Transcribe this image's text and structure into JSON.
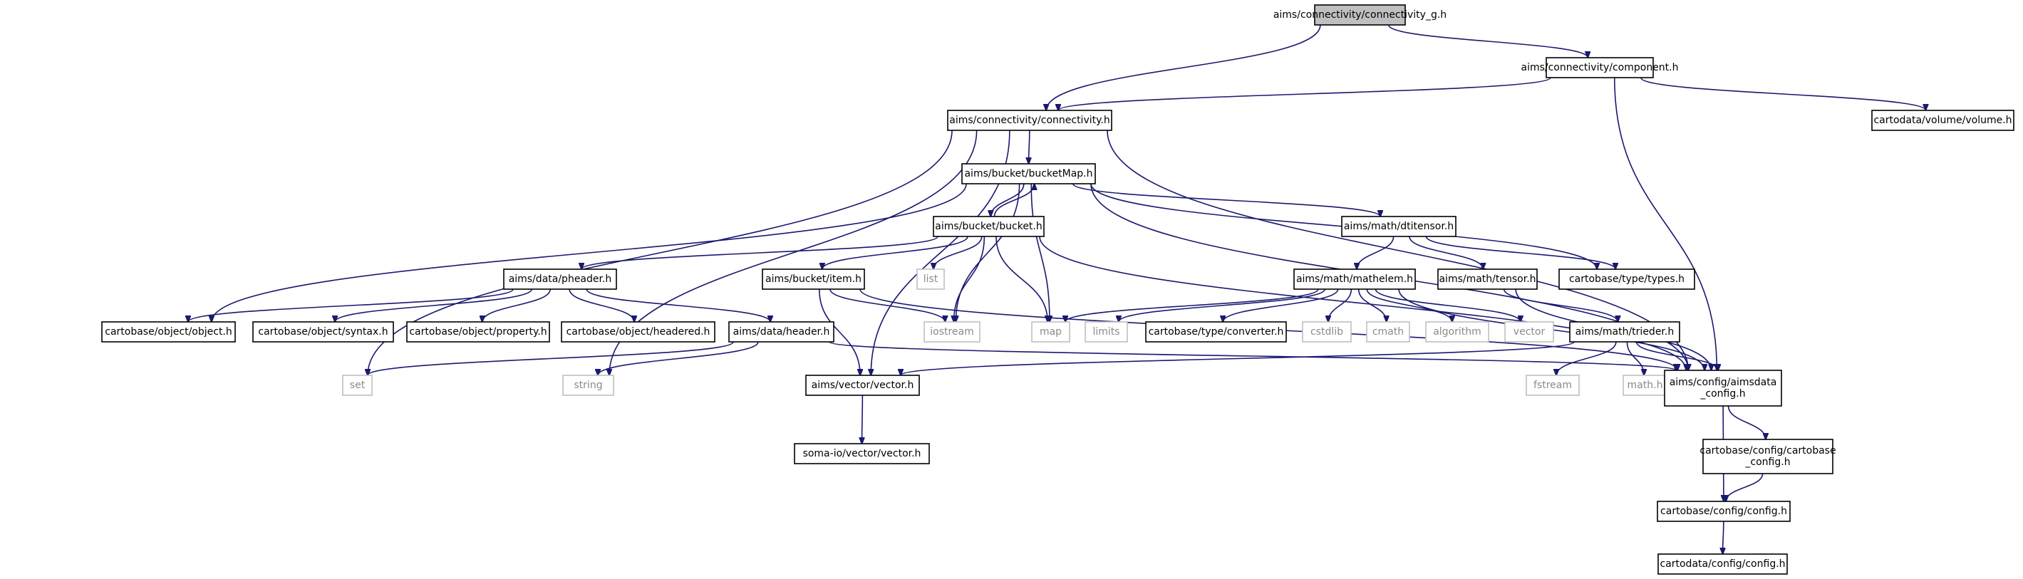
{
  "graph": {
    "nodes": [
      {
        "id": "connectivity_g",
        "label": [
          "aims/connectivity/connectivity_g.h"
        ],
        "kind": "root"
      },
      {
        "id": "component",
        "label": [
          "aims/connectivity/component.h"
        ],
        "kind": "header"
      },
      {
        "id": "connectivity",
        "label": [
          "aims/connectivity/connectivity.h"
        ],
        "kind": "header"
      },
      {
        "id": "cd_volume",
        "label": [
          "cartodata/volume/volume.h"
        ],
        "kind": "header"
      },
      {
        "id": "bucketMap",
        "label": [
          "aims/bucket/bucketMap.h"
        ],
        "kind": "header"
      },
      {
        "id": "bucket",
        "label": [
          "aims/bucket/bucket.h"
        ],
        "kind": "header"
      },
      {
        "id": "dtitensor",
        "label": [
          "aims/math/dtitensor.h"
        ],
        "kind": "header"
      },
      {
        "id": "pheader",
        "label": [
          "aims/data/pheader.h"
        ],
        "kind": "header"
      },
      {
        "id": "item",
        "label": [
          "aims/bucket/item.h"
        ],
        "kind": "header"
      },
      {
        "id": "list",
        "label": [
          "list"
        ],
        "kind": "system"
      },
      {
        "id": "mathelem",
        "label": [
          "aims/math/mathelem.h"
        ],
        "kind": "header"
      },
      {
        "id": "tensor",
        "label": [
          "aims/math/tensor.h"
        ],
        "kind": "header"
      },
      {
        "id": "types",
        "label": [
          "cartobase/type/types.h"
        ],
        "kind": "header"
      },
      {
        "id": "object",
        "label": [
          "cartobase/object/object.h"
        ],
        "kind": "header"
      },
      {
        "id": "syntax",
        "label": [
          "cartobase/object/syntax.h"
        ],
        "kind": "header"
      },
      {
        "id": "property",
        "label": [
          "cartobase/object/property.h"
        ],
        "kind": "header"
      },
      {
        "id": "headered",
        "label": [
          "cartobase/object/headered.h"
        ],
        "kind": "header"
      },
      {
        "id": "header",
        "label": [
          "aims/data/header.h"
        ],
        "kind": "header"
      },
      {
        "id": "iostream",
        "label": [
          "iostream"
        ],
        "kind": "system"
      },
      {
        "id": "map",
        "label": [
          "map"
        ],
        "kind": "system"
      },
      {
        "id": "limits",
        "label": [
          "limits"
        ],
        "kind": "system"
      },
      {
        "id": "converter",
        "label": [
          "cartobase/type/converter.h"
        ],
        "kind": "header"
      },
      {
        "id": "cstdlib",
        "label": [
          "cstdlib"
        ],
        "kind": "system"
      },
      {
        "id": "cmath",
        "label": [
          "cmath"
        ],
        "kind": "system"
      },
      {
        "id": "algorithm",
        "label": [
          "algorithm"
        ],
        "kind": "system"
      },
      {
        "id": "vector",
        "label": [
          "vector"
        ],
        "kind": "system"
      },
      {
        "id": "trieder",
        "label": [
          "aims/math/trieder.h"
        ],
        "kind": "header"
      },
      {
        "id": "set",
        "label": [
          "set"
        ],
        "kind": "system"
      },
      {
        "id": "string",
        "label": [
          "string"
        ],
        "kind": "system"
      },
      {
        "id": "aims_vector",
        "label": [
          "aims/vector/vector.h"
        ],
        "kind": "header"
      },
      {
        "id": "fstream",
        "label": [
          "fstream"
        ],
        "kind": "system"
      },
      {
        "id": "math",
        "label": [
          "math.h"
        ],
        "kind": "system"
      },
      {
        "id": "aimsdata_config",
        "label": [
          "aims/config/aimsdata",
          "_config.h"
        ],
        "kind": "header"
      },
      {
        "id": "soma_vector",
        "label": [
          "soma-io/vector/vector.h"
        ],
        "kind": "header"
      },
      {
        "id": "cartobase_config",
        "label": [
          "cartobase/config/cartobase",
          "_config.h"
        ],
        "kind": "header"
      },
      {
        "id": "cb_config",
        "label": [
          "cartobase/config/config.h"
        ],
        "kind": "header"
      },
      {
        "id": "cd_config",
        "label": [
          "cartodata/config/config.h"
        ],
        "kind": "header"
      }
    ],
    "edges": [
      [
        "connectivity_g",
        "component"
      ],
      [
        "connectivity_g",
        "connectivity"
      ],
      [
        "component",
        "connectivity"
      ],
      [
        "component",
        "cd_volume"
      ],
      [
        "component",
        "aimsdata_config"
      ],
      [
        "connectivity",
        "bucketMap"
      ],
      [
        "connectivity",
        "set"
      ],
      [
        "connectivity",
        "string"
      ],
      [
        "connectivity",
        "aims_vector"
      ],
      [
        "connectivity",
        "aimsdata_config"
      ],
      [
        "bucketMap",
        "bucket"
      ],
      [
        "bucketMap",
        "dtitensor"
      ],
      [
        "bucketMap",
        "types"
      ],
      [
        "bucketMap",
        "object"
      ],
      [
        "bucketMap",
        "iostream"
      ],
      [
        "bucketMap",
        "map"
      ],
      [
        "bucketMap",
        "aimsdata_config"
      ],
      [
        "bucket",
        "bucketMap"
      ],
      [
        "bucket",
        "pheader"
      ],
      [
        "bucket",
        "item"
      ],
      [
        "bucket",
        "list"
      ],
      [
        "bucket",
        "iostream"
      ],
      [
        "bucket",
        "map"
      ],
      [
        "bucket",
        "aimsdata_config"
      ],
      [
        "dtitensor",
        "mathelem"
      ],
      [
        "dtitensor",
        "tensor"
      ],
      [
        "dtitensor",
        "types"
      ],
      [
        "pheader",
        "object"
      ],
      [
        "pheader",
        "syntax"
      ],
      [
        "pheader",
        "property"
      ],
      [
        "pheader",
        "headered"
      ],
      [
        "pheader",
        "header"
      ],
      [
        "item",
        "iostream"
      ],
      [
        "item",
        "aims_vector"
      ],
      [
        "item",
        "aimsdata_config"
      ],
      [
        "mathelem",
        "map"
      ],
      [
        "mathelem",
        "limits"
      ],
      [
        "mathelem",
        "converter"
      ],
      [
        "mathelem",
        "cstdlib"
      ],
      [
        "mathelem",
        "cmath"
      ],
      [
        "mathelem",
        "algorithm"
      ],
      [
        "mathelem",
        "vector"
      ],
      [
        "mathelem",
        "aimsdata_config"
      ],
      [
        "tensor",
        "trieder"
      ],
      [
        "tensor",
        "aimsdata_config"
      ],
      [
        "header",
        "set"
      ],
      [
        "header",
        "string"
      ],
      [
        "header",
        "aimsdata_config"
      ],
      [
        "trieder",
        "aims_vector"
      ],
      [
        "trieder",
        "fstream"
      ],
      [
        "trieder",
        "math"
      ],
      [
        "trieder",
        "aimsdata_config"
      ],
      [
        "aims_vector",
        "soma_vector"
      ],
      [
        "aimsdata_config",
        "cartobase_config"
      ],
      [
        "aimsdata_config",
        "cb_config"
      ],
      [
        "cartobase_config",
        "cb_config"
      ],
      [
        "cb_config",
        "cd_config"
      ]
    ]
  }
}
